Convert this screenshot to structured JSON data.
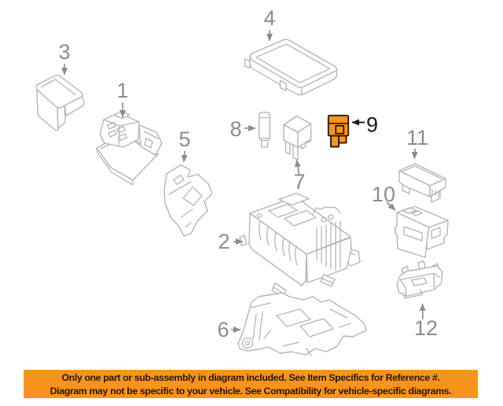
{
  "diagram": {
    "parts": [
      {
        "label": "1"
      },
      {
        "label": "2"
      },
      {
        "label": "3"
      },
      {
        "label": "4"
      },
      {
        "label": "5"
      },
      {
        "label": "6"
      },
      {
        "label": "7"
      },
      {
        "label": "8"
      },
      {
        "label": "9",
        "highlighted": true
      },
      {
        "label": "10"
      },
      {
        "label": "11"
      },
      {
        "label": "12"
      }
    ],
    "highlighted_part_label": "9",
    "colors": {
      "artwork_line": "#b5b5b5",
      "label_text": "#8c8c8c",
      "highlight_fill": "#f7941d",
      "highlight_outline": "#2b1b00",
      "highlight_label_text": "#1a1a1a"
    }
  },
  "banner": {
    "line1": "Only one part or sub-assembly in diagram included. See Item Specifics for Reference #.",
    "line2": "Diagram may not be specific to your vehicle. See Compatibility for vehicle-specific diagrams.",
    "colors": {
      "background": "#f7941d",
      "text": "#2b1500"
    }
  }
}
